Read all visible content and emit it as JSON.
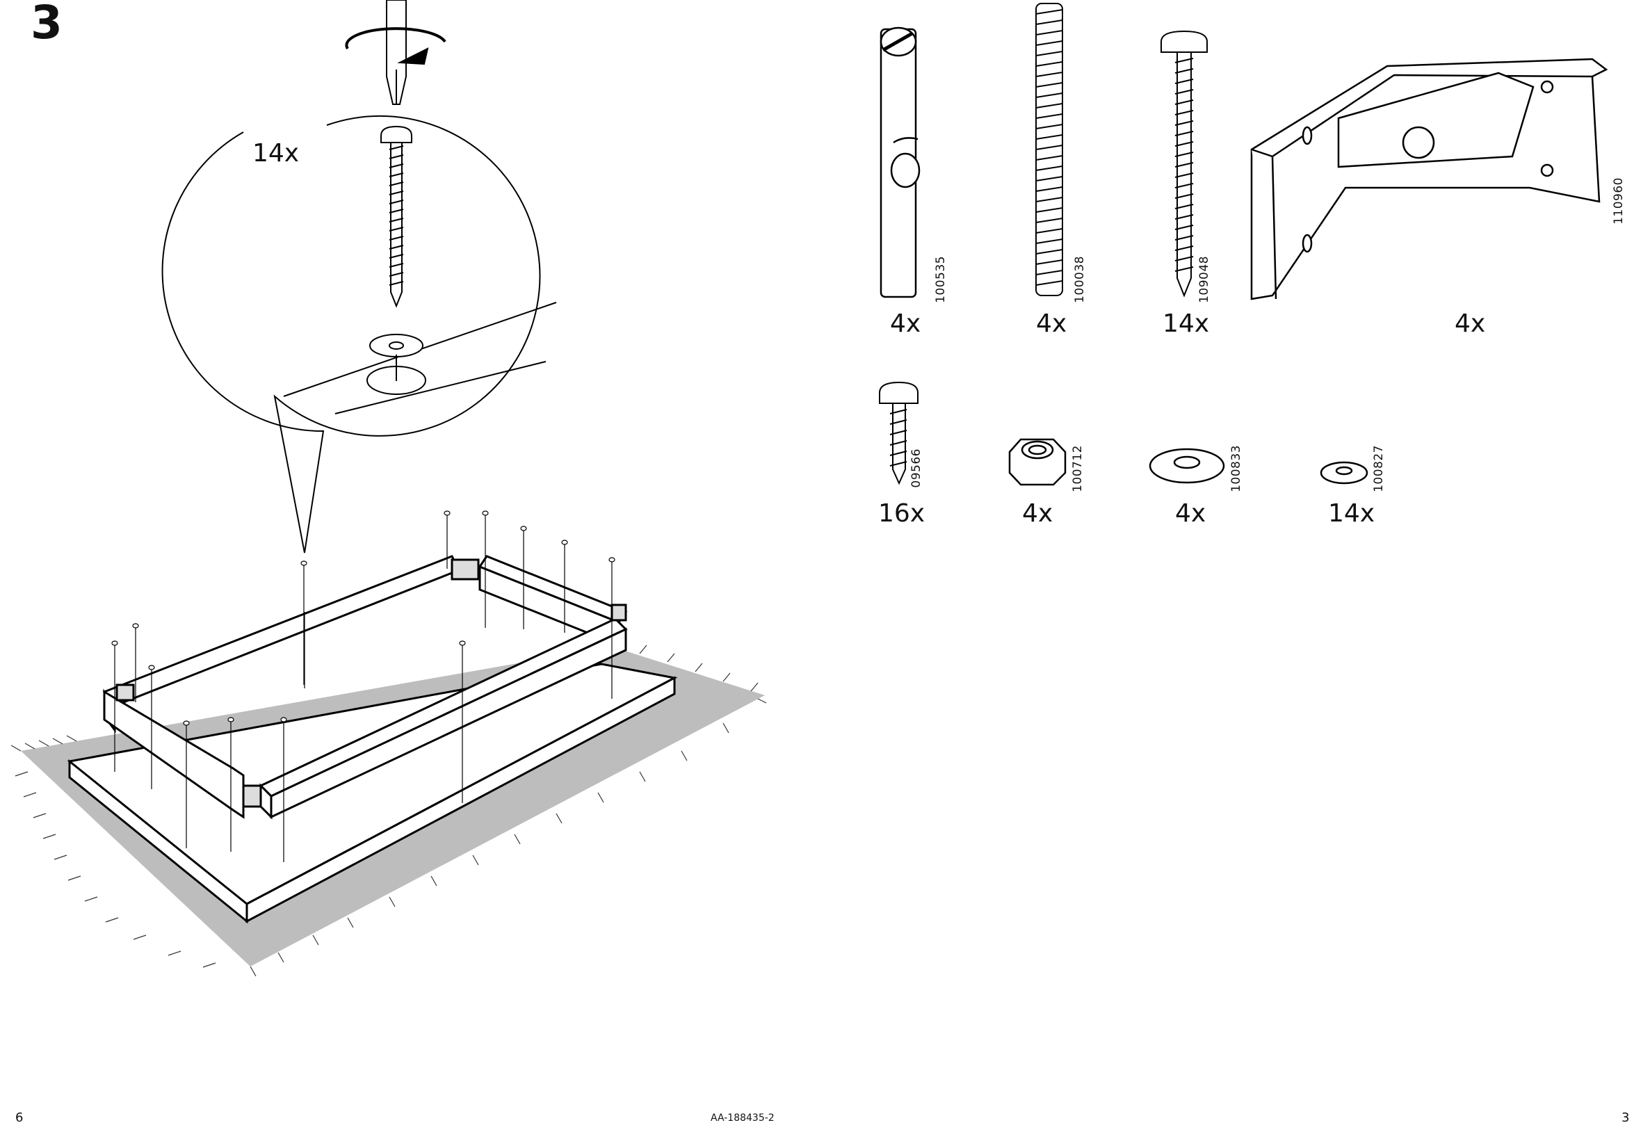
{
  "step": "3",
  "detail": {
    "quantity": "14x"
  },
  "parts": [
    {
      "code": "100535",
      "qty": "4x",
      "icon": "cross-dowel-icon"
    },
    {
      "code": "100038",
      "qty": "4x",
      "icon": "threaded-rod-icon"
    },
    {
      "code": "109048",
      "qty": "14x",
      "icon": "long-screw-icon"
    },
    {
      "code": "110960",
      "qty": "4x",
      "icon": "corner-bracket-icon"
    },
    {
      "code": "09566",
      "qty": "16x",
      "icon": "short-screw-icon"
    },
    {
      "code": "100712",
      "qty": "4x",
      "icon": "hex-nut-icon"
    },
    {
      "code": "100833",
      "qty": "4x",
      "icon": "large-washer-icon"
    },
    {
      "code": "100827",
      "qty": "14x",
      "icon": "small-washer-icon"
    }
  ],
  "footer": {
    "page_left": "6",
    "doc_code": "AA-188435-2",
    "page_right": "3"
  }
}
